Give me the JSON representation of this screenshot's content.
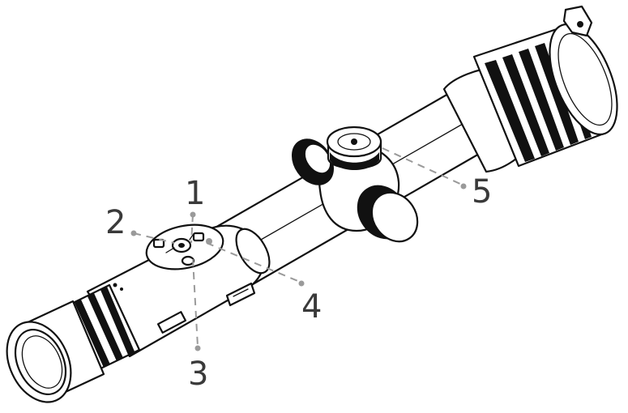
{
  "callouts": [
    {
      "id": "1",
      "label": "1"
    },
    {
      "id": "2",
      "label": "2"
    },
    {
      "id": "3",
      "label": "3"
    },
    {
      "id": "4",
      "label": "4"
    },
    {
      "id": "5",
      "label": "5"
    }
  ],
  "colors": {
    "outline": "#111111",
    "leader": "#9a9a9a",
    "label": "#3a3a3a",
    "background": "#ffffff"
  }
}
